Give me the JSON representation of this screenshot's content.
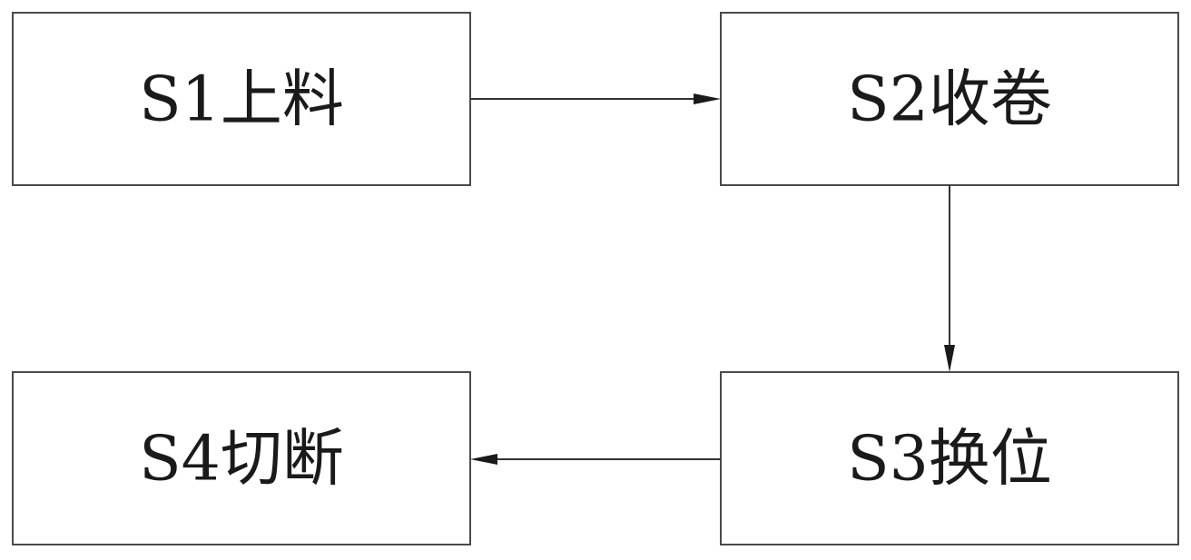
{
  "steps": [
    {
      "id": "s1",
      "label": "S1上料"
    },
    {
      "id": "s2",
      "label": "S2收卷"
    },
    {
      "id": "s3",
      "label": "S3换位"
    },
    {
      "id": "s4",
      "label": "S4切断"
    }
  ],
  "edges": [
    {
      "from": "s1",
      "to": "s2"
    },
    {
      "from": "s2",
      "to": "s3"
    },
    {
      "from": "s3",
      "to": "s4"
    }
  ],
  "colors": {
    "stroke": "#4a4a4a",
    "text": "#1a1a1a",
    "background": "#ffffff"
  }
}
